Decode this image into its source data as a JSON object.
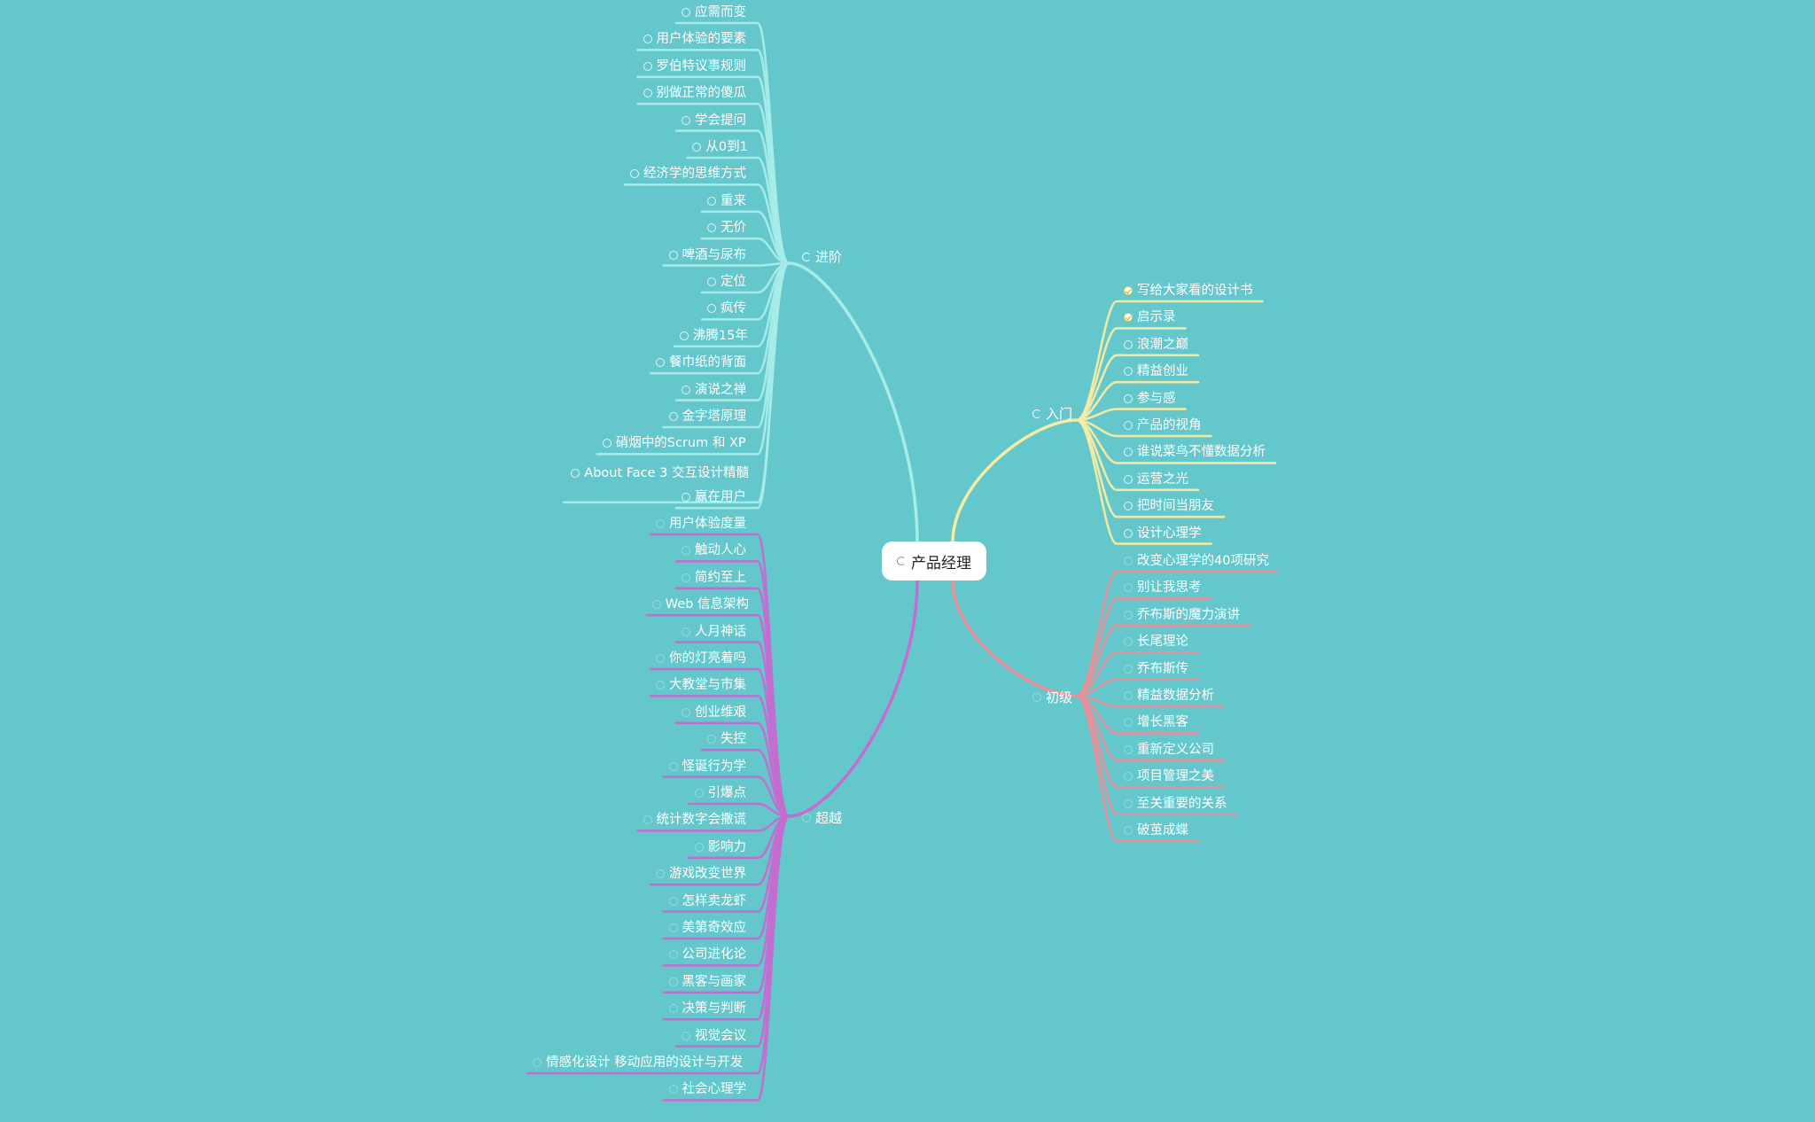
{
  "root": {
    "label": "产品经理"
  },
  "branches": [
    {
      "key": "jinjie",
      "label": "进阶",
      "side": "left",
      "color": "#a8ece8",
      "status": "partial",
      "items": [
        "应需而变",
        "用户体验的要素",
        "罗伯特议事规则",
        "别做正常的傻瓜",
        "学会提问",
        "从0到1",
        "经济学的思维方式",
        "重来",
        "无价",
        "啤酒与尿布",
        "定位",
        "疯传",
        "沸腾15年",
        "餐巾纸的背面",
        "演说之禅",
        "金字塔原理",
        "硝烟中的Scrum 和 XP",
        "About Face 3 交互设计精髓",
        "赢在用户"
      ]
    },
    {
      "key": "chaoyue",
      "label": "超越",
      "side": "left",
      "color": "#c56bd1",
      "status": "faint",
      "items": [
        "用户体验度量",
        "触动人心",
        "简约至上",
        "Web 信息架构",
        "人月神话",
        "你的灯亮着吗",
        "大教堂与市集",
        "创业维艰",
        "失控",
        "怪诞行为学",
        "引爆点",
        "统计数字会撒谎",
        "影响力",
        "游戏改变世界",
        "怎样卖龙虾",
        "美第奇效应",
        "公司进化论",
        "黑客与画家",
        "决策与判断",
        "视觉会议",
        "情感化设计 移动应用的设计与开发",
        "社会心理学"
      ]
    },
    {
      "key": "rumen",
      "label": "入门",
      "side": "right",
      "color": "#f7eba2",
      "status": "partial",
      "items": [
        "写给大家看的设计书",
        "启示录",
        "浪潮之巅",
        "精益创业",
        "参与感",
        "产品的视角",
        "谁说菜鸟不懂数据分析",
        "运营之光",
        "把时间当朋友",
        "设计心理学"
      ],
      "done_count": 2
    },
    {
      "key": "chuji",
      "label": "初级",
      "side": "right",
      "color": "#ec8f9a",
      "status": "faint",
      "items": [
        "改变心理学的40项研究",
        "别让我思考",
        "乔布斯的魔力演讲",
        "长尾理论",
        "乔布斯传",
        "精益数据分析",
        "增长黑客",
        "重新定义公司",
        "项目管理之美",
        "至关重要的关系",
        "破茧成蝶"
      ]
    }
  ]
}
